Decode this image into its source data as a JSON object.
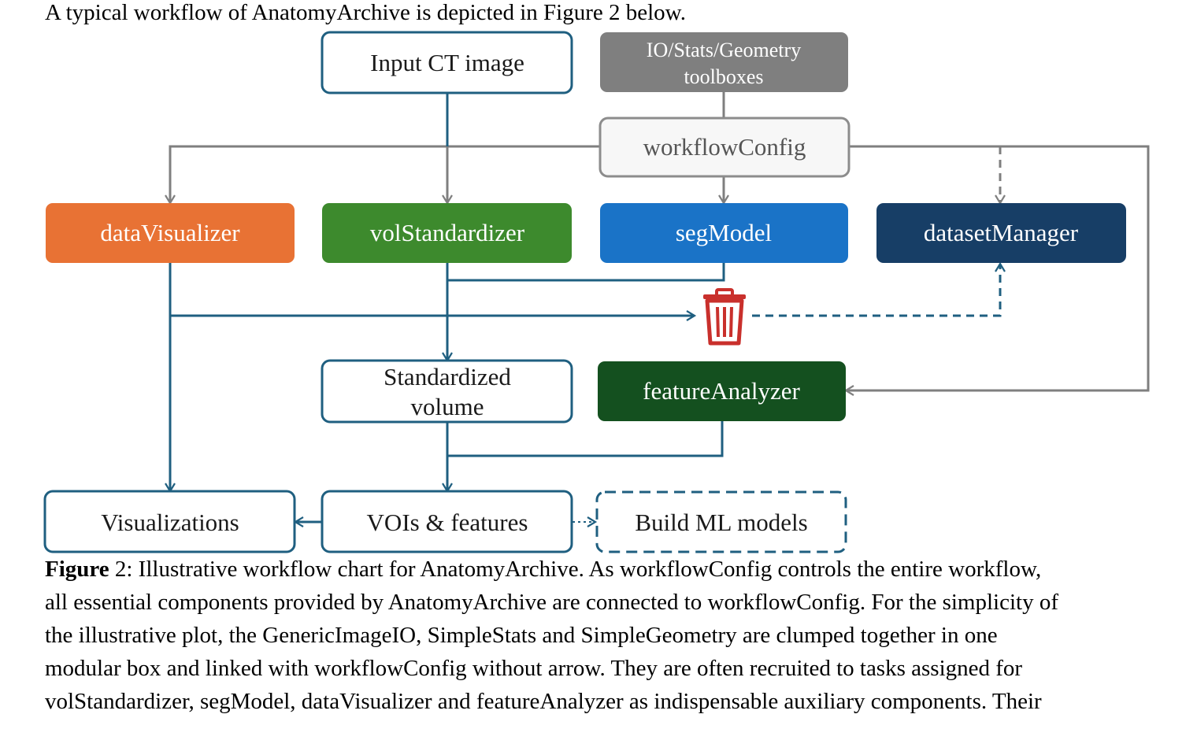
{
  "intro_text": "A typical workflow of AnatomyArchive is depicted in Figure 2 below.",
  "diagram": {
    "nodes": {
      "input_ct": {
        "label": "Input CT image"
      },
      "toolboxes": {
        "line1": "IO/Stats/Geometry",
        "line2": "toolboxes"
      },
      "workflow_config": {
        "label": "workflowConfig"
      },
      "data_visualizer": {
        "label": "dataVisualizer"
      },
      "vol_standardizer": {
        "label": "volStandardizer"
      },
      "seg_model": {
        "label": "segModel"
      },
      "dataset_manager": {
        "label": "datasetManager"
      },
      "standardized_volume": {
        "line1": "Standardized",
        "line2": "volume"
      },
      "feature_analyzer": {
        "label": "featureAnalyzer"
      },
      "visualizations": {
        "label": "Visualizations"
      },
      "vois_features": {
        "label": "VOIs & features"
      },
      "build_ml": {
        "label": "Build ML models"
      }
    },
    "icons": {
      "trash": "trash-icon"
    },
    "colors": {
      "teal": "#1f5f80",
      "gray": "#7f7f7f",
      "orange": "#e87234",
      "green": "#3d8a2d",
      "blue": "#1a73c7",
      "navy": "#173e66",
      "dark_green": "#14501f",
      "trash_red": "#c9302c"
    }
  },
  "caption": {
    "label": "Figure",
    "lines": [
      " 2: Illustrative workflow chart for AnatomyArchive. As workflowConfig controls the entire workflow,",
      "all essential components provided by AnatomyArchive are connected to workflowConfig. For the simplicity of",
      "the illustrative plot, the GenericImageIO, SimpleStats and SimpleGeometry are clumped together in one",
      "modular box and linked with workflowConfig without arrow. They are often recruited to tasks assigned for",
      "volStandardizer, segModel, dataVisualizer and featureAnalyzer as indispensable auxiliary components.  Their"
    ]
  }
}
